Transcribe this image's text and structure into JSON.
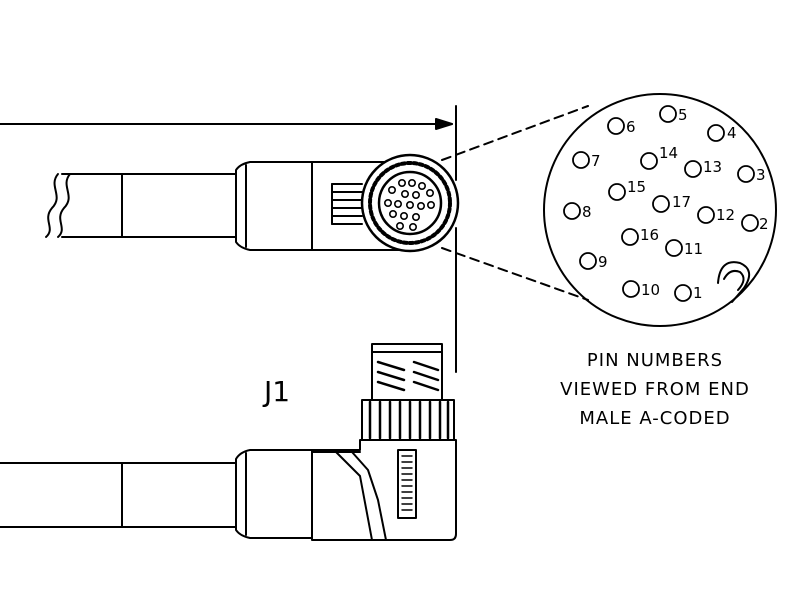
{
  "drawing": {
    "connector_ref": "J1",
    "caption": [
      "PIN NUMBERS",
      "VIEWED FROM END",
      "MALE A-CODED"
    ],
    "pins": [
      {
        "n": "1"
      },
      {
        "n": "2"
      },
      {
        "n": "3"
      },
      {
        "n": "4"
      },
      {
        "n": "5"
      },
      {
        "n": "6"
      },
      {
        "n": "7"
      },
      {
        "n": "8"
      },
      {
        "n": "9"
      },
      {
        "n": "10"
      },
      {
        "n": "11"
      },
      {
        "n": "12"
      },
      {
        "n": "13"
      },
      {
        "n": "14"
      },
      {
        "n": "15"
      },
      {
        "n": "16"
      },
      {
        "n": "17"
      }
    ],
    "colors": {
      "ink": "#000000",
      "paper": "#ffffff"
    }
  }
}
